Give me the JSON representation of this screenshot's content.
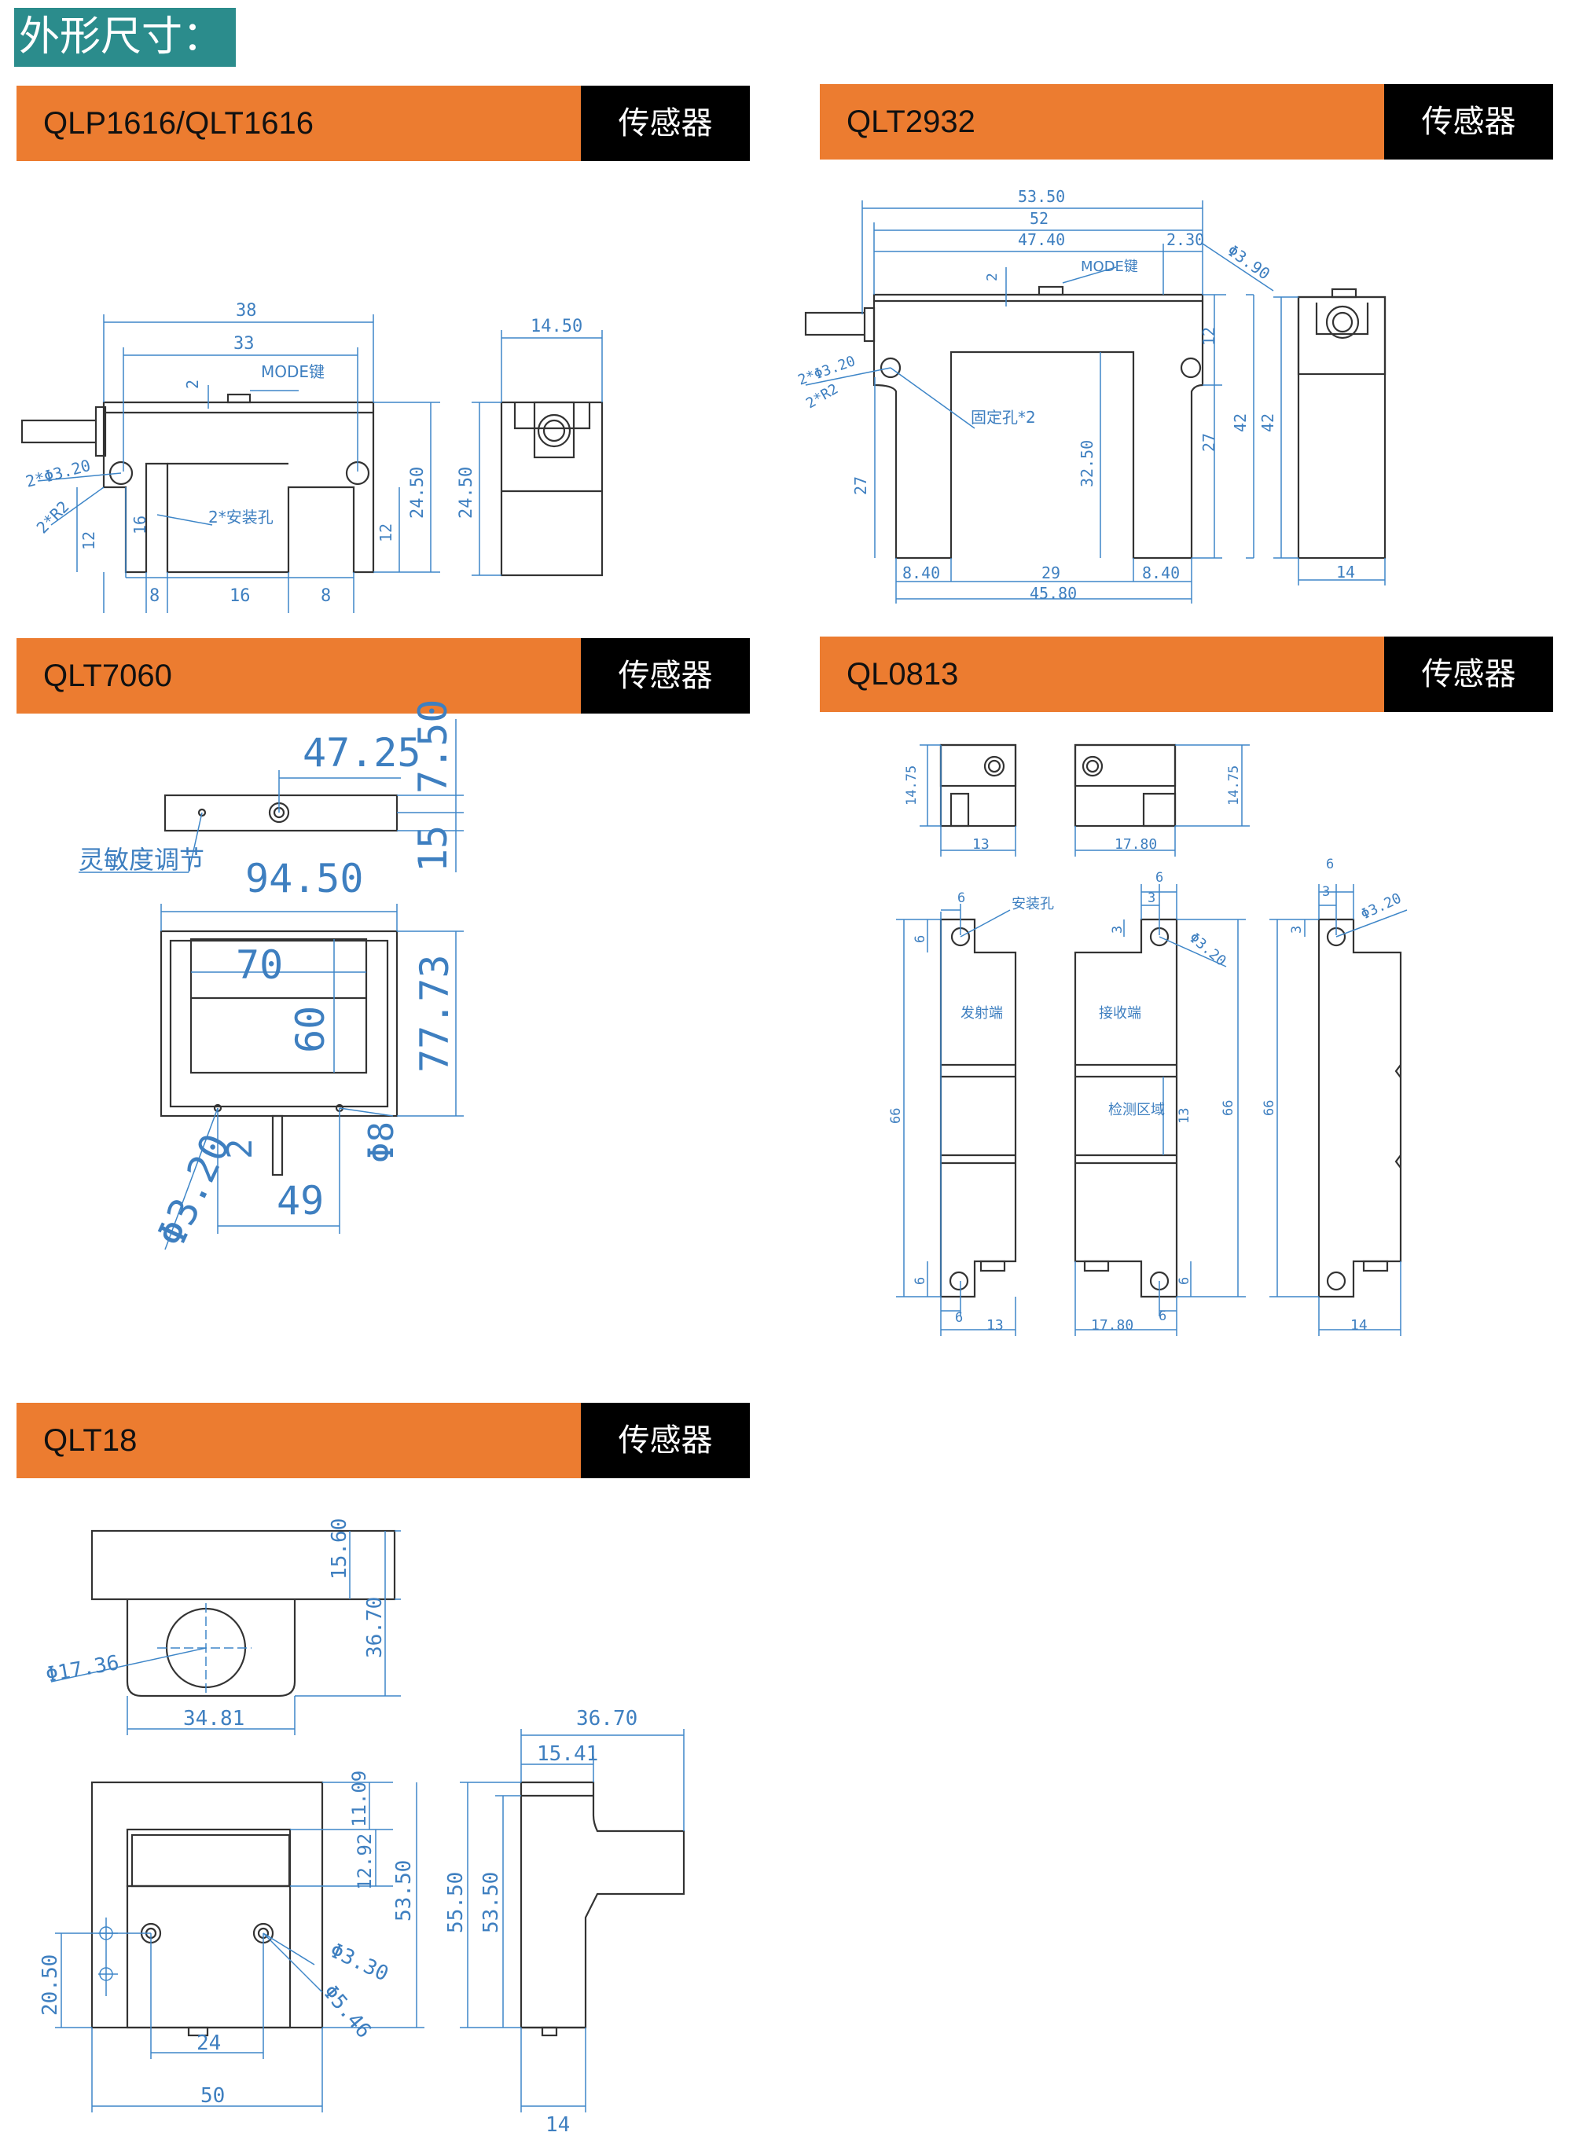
{
  "page": {
    "title": "外形尺寸："
  },
  "common": {
    "sensor_label": "传感器"
  },
  "qlp1616": {
    "name": "QLP1616/QLT1616",
    "dims": {
      "w38": "38",
      "w33": "33",
      "h2": "2",
      "mode": "MODE键",
      "hole": "2*Φ3.20",
      "r2": "2*R2",
      "mount": "2*安装孔",
      "h16": "16",
      "h12": "12",
      "b8a": "8",
      "b16": "16",
      "b8b": "8",
      "r12": "12",
      "r2450": "24.50",
      "side2450": "24.50",
      "side1450": "14.50"
    }
  },
  "qlt2932": {
    "name": "QLT2932",
    "dims": {
      "w5350": "53.50",
      "w52": "52",
      "w4740": "47.40",
      "w230": "2.30",
      "h2": "2",
      "mode": "MODE键",
      "d390": "Φ3.90",
      "hole": "2*Φ3.20",
      "r2": "2*R2",
      "fix": "固定孔*2",
      "h27": "27",
      "h3250": "32.50",
      "r27": "27",
      "r12": "12",
      "r42": "42",
      "s42": "42",
      "b840a": "8.40",
      "b29": "29",
      "b840b": "8.40",
      "b4580": "45.80",
      "s14": "14"
    }
  },
  "qlt7060": {
    "name": "QLT7060",
    "dims": {
      "w4725": "47.25",
      "h750": "7.50",
      "h15": "15",
      "sens": "灵敏度调节",
      "w9450": "94.50",
      "w70": "70",
      "h60": "60",
      "h7773": "77.73",
      "d320": "Φ3.20",
      "h2": "2",
      "d8": "Φ8",
      "w49": "49"
    }
  },
  "ql0813": {
    "name": "QL0813",
    "dims": {
      "t1475a": "14.75",
      "t13": "13",
      "t1780": "17.80",
      "t1475b": "14.75",
      "a6": "6",
      "mount": "安装孔",
      "a6v": "6",
      "emit": "发射端",
      "a66": "66",
      "a6b": "6",
      "a6c": "6",
      "a13": "13",
      "b6": "6",
      "b3": "3",
      "b3v": "3",
      "d320": "Φ3.20",
      "recv": "接收端",
      "det": "检测区域",
      "b13": "13",
      "b66": "66",
      "b6b": "6",
      "b1780": "17.80",
      "b6c": "6",
      "c6": "6",
      "c3": "3",
      "c3v": "3",
      "cd320": "Φ3.20",
      "c66": "66",
      "c14": "14"
    }
  },
  "qlt18": {
    "name": "QLT18",
    "dims": {
      "h1560": "15.60",
      "h3670": "36.70",
      "d1736": "Φ17.36",
      "w3481": "34.81",
      "w3670": "36.70",
      "w1541": "15.41",
      "h1109": "11.09",
      "h1292": "12.92",
      "h5350a": "53.50",
      "d330": "Φ3.30",
      "d546": "Φ5.46",
      "h2050": "20.50",
      "w24": "24",
      "w50": "50",
      "s5550": "55.50",
      "s5350": "53.50",
      "s14": "14"
    }
  }
}
